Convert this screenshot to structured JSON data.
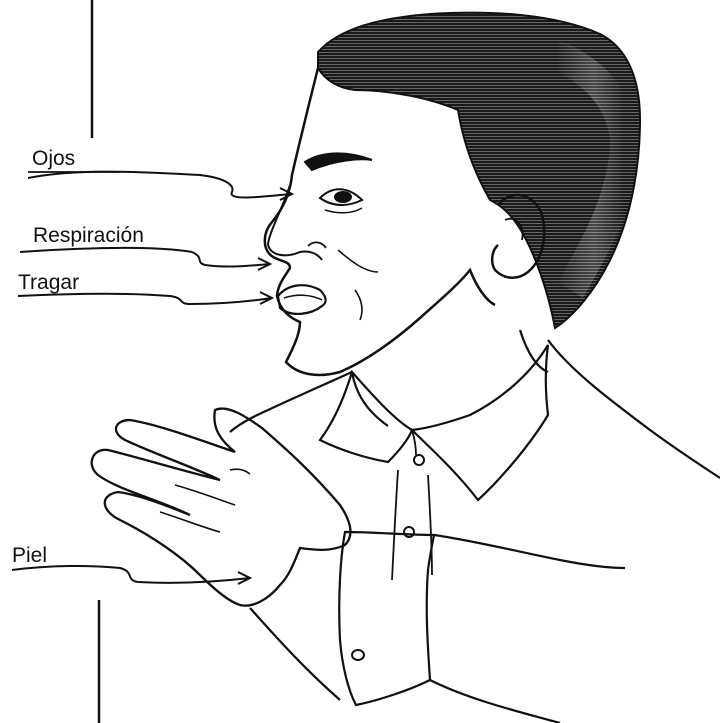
{
  "labels": {
    "eyes": "Ojos",
    "breathing": "Respiración",
    "swallowing": "Tragar",
    "skin": "Piel"
  },
  "colors": {
    "ink": "#111111",
    "background": "#ffffff"
  }
}
